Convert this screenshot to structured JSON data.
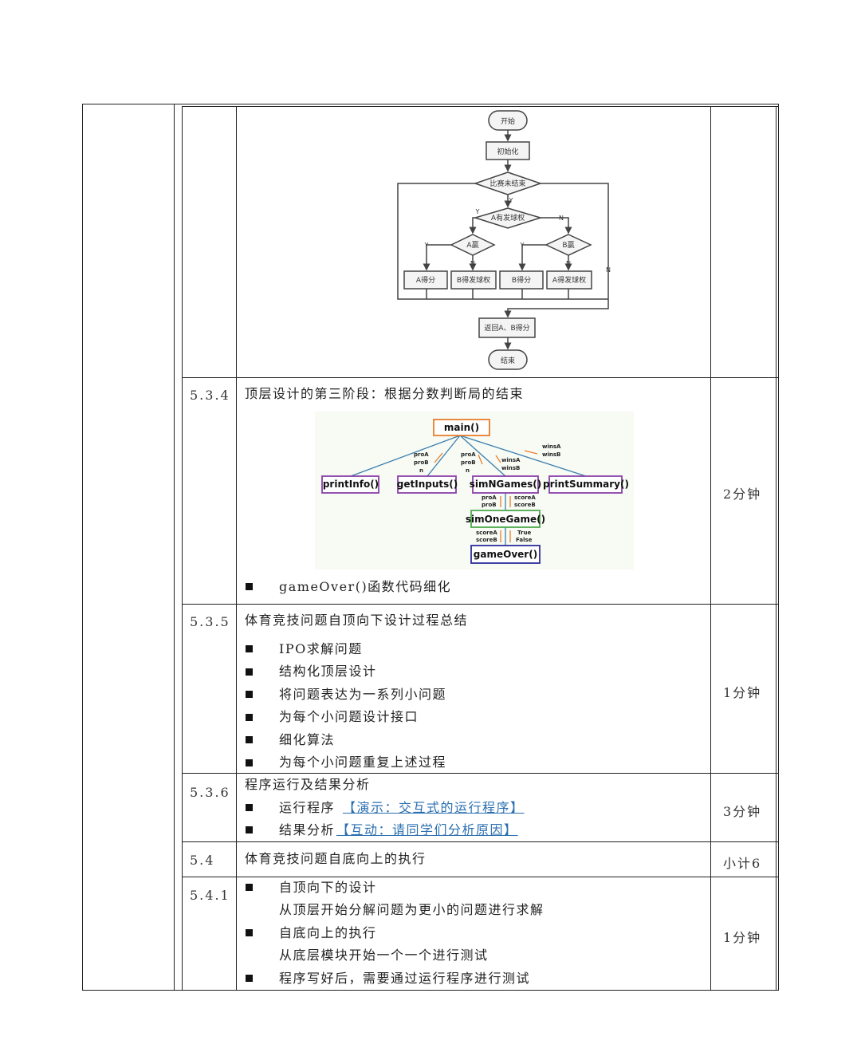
{
  "flowchart": {
    "start": "开始",
    "init": "初始化",
    "loop_cond": "比赛未结束",
    "a_serve": "A有发球权",
    "a_win": "A赢",
    "b_win": "B赢",
    "a_score": "A得分",
    "b_serve_get": "B得发球权",
    "b_score": "B得分",
    "a_serve_get": "A得发球权",
    "ret": "返回A、B得分",
    "end": "结束",
    "y": "Y",
    "n": "N"
  },
  "rows": [
    {
      "num": "5.3.4",
      "title": "顶层设计的第三阶段：根据分数判断局的结束",
      "bullets": [
        "gameOver()函数代码细化"
      ],
      "time": "2分钟"
    },
    {
      "num": "5.3.5",
      "title": "体育竞技问题自顶向下设计过程总结",
      "bullets": [
        "IPO求解问题",
        "结构化顶层设计",
        "将问题表达为一系列小问题",
        "为每个小问题设计接口",
        "细化算法",
        "为每个小问题重复上述过程"
      ],
      "time": "1分钟"
    },
    {
      "num": "5.3.6",
      "title": "程序运行及结果分析",
      "bullets": [
        {
          "text": "运行程序",
          "link": "【演示：交互式的运行程序】"
        },
        {
          "text": "结果分析",
          "link": "【互动：请同学们分析原因】"
        }
      ],
      "time": "3分钟"
    },
    {
      "num": "5.4",
      "title": "体育竞技问题自底向上的执行",
      "time": "小计6"
    },
    {
      "num": "5.4.1",
      "bullets": [
        "自顶向下的设计",
        "自底向上的执行",
        "程序写好后，需要通过运行程序进行测试"
      ],
      "sublines": [
        "从顶层开始分解问题为更小的问题进行求解",
        "从底层模块开始一个一个进行测试"
      ],
      "time": "1分钟"
    }
  ],
  "tree": {
    "main": "main()",
    "printInfo": "printInfo()",
    "getInputs": "getInputs()",
    "simNGames": "simNGames()",
    "printSummary": "printSummary()",
    "simOneGame": "simOneGame()",
    "gameOver": "gameOver()",
    "lbl_proA": "proA",
    "lbl_proB": "proB",
    "lbl_n": "n",
    "lbl_winsA": "winsA",
    "lbl_winsB": "winsB",
    "lbl_scoreA": "scoreA",
    "lbl_scoreB": "scoreB",
    "lbl_true": "True",
    "lbl_false": "False"
  }
}
